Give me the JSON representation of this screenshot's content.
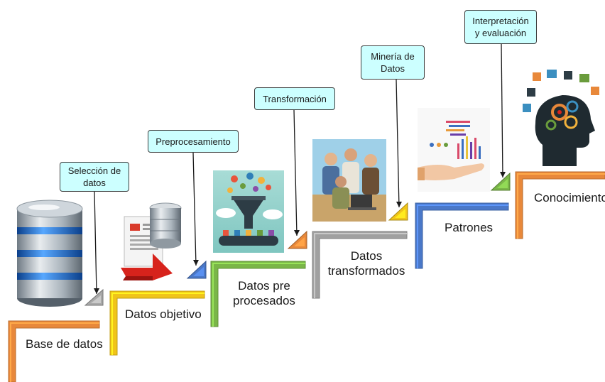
{
  "stages": [
    {
      "label": "Base de datos",
      "color": "#e8883a"
    },
    {
      "label": "Datos objetivo",
      "color": "#f0c419"
    },
    {
      "label_lines": [
        "Datos pre",
        "procesados"
      ],
      "color": "#7ab648"
    },
    {
      "label_lines": [
        "Datos",
        "transformados"
      ],
      "color": "#a0a0a0"
    },
    {
      "label": "Patrones",
      "color": "#4a78c8"
    },
    {
      "label": "Conocimiento",
      "color": "#e8883a"
    }
  ],
  "processes": [
    {
      "lines": [
        "Selección de",
        "datos"
      ],
      "triangle_color": "#a8a8a8"
    },
    {
      "lines": [
        "Preprocesamiento"
      ],
      "triangle_color": "#4a78c8"
    },
    {
      "lines": [
        "Transformación"
      ],
      "triangle_color": "#e8883a"
    },
    {
      "lines": [
        "Minería de",
        "Datos"
      ],
      "triangle_color": "#f0c419"
    },
    {
      "lines": [
        "Interpretación",
        "y evaluación"
      ],
      "triangle_color": "#7ab648"
    }
  ],
  "callout_color": "#ccffff"
}
